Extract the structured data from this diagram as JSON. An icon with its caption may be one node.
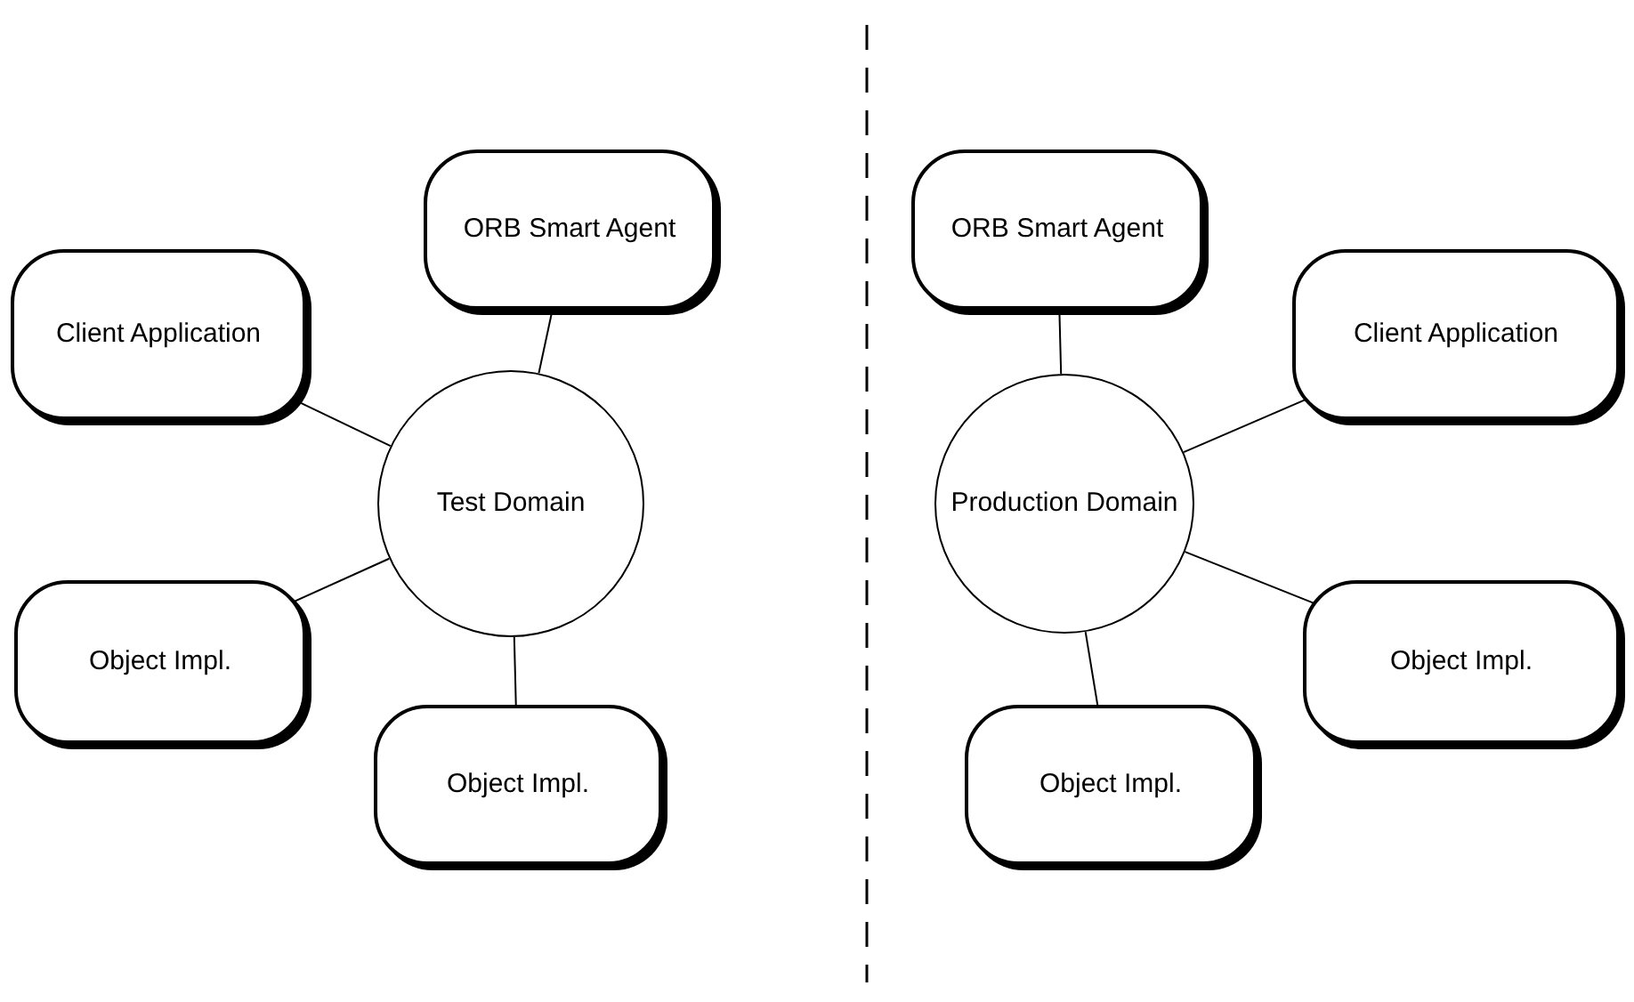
{
  "diagram": {
    "nodes": [
      {
        "text": [
          "Test Domain"
        ]
      },
      {
        "text": [
          "ORB Smart Agent"
        ]
      },
      {
        "text": [
          "Client Application"
        ]
      },
      {
        "text": [
          "Object Impl."
        ]
      },
      {
        "text": [
          "Object Impl."
        ]
      },
      {
        "text": [
          "Production Domain"
        ]
      },
      {
        "text": [
          "ORB Smart Agent"
        ]
      },
      {
        "text": [
          "Client Application"
        ]
      },
      {
        "text": [
          "Object Impl."
        ]
      },
      {
        "text": [
          "Object Impl."
        ]
      }
    ],
    "edges": [
      {
        "from": 0,
        "to": 1,
        "arrow": "none"
      },
      {
        "from": 0,
        "to": 2,
        "arrow": "none"
      },
      {
        "from": 0,
        "to": 3,
        "arrow": "none"
      },
      {
        "from": 0,
        "to": 4,
        "arrow": "none"
      },
      {
        "from": 5,
        "to": 6,
        "arrow": "none"
      },
      {
        "from": 5,
        "to": 7,
        "arrow": "none"
      },
      {
        "from": 5,
        "to": 8,
        "arrow": "none"
      },
      {
        "from": 5,
        "to": 9,
        "arrow": "none"
      }
    ]
  }
}
